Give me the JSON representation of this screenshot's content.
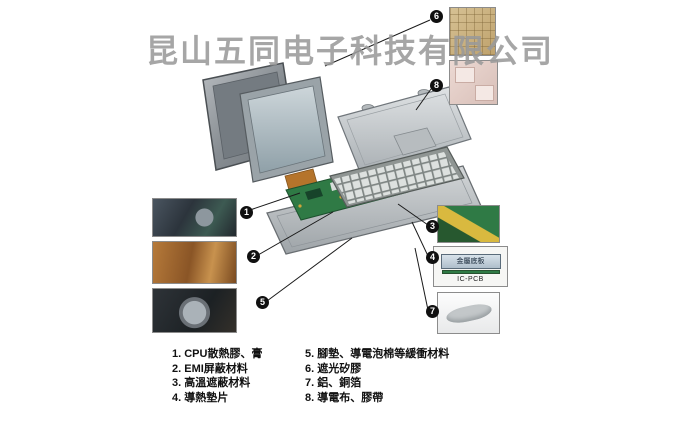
{
  "watermark": "昆山五同电子科技有限公司",
  "callouts": [
    "1",
    "2",
    "3",
    "4",
    "5",
    "6",
    "7",
    "8"
  ],
  "legend": {
    "items_left": [
      "1. CPU散熱膠、膏",
      "2. EMI屏蔽材料",
      "3. 高溫遮蔽材料",
      "4. 導熱墊片"
    ],
    "items_right": [
      "5. 腳墊、導電泡棉等緩衝材料",
      "6. 遮光矽膠",
      "7. 鋁、銅箔",
      "8. 導電布、膠帶"
    ]
  },
  "inset_labels": {
    "metal_plate": "金屬底板",
    "ic_pcb": "IC-PCB"
  },
  "colors": {
    "watermark": "#9a9a9a",
    "callout_bg": "#101010",
    "pcb_green": "#2f7a45",
    "copper": "#a06a30"
  }
}
